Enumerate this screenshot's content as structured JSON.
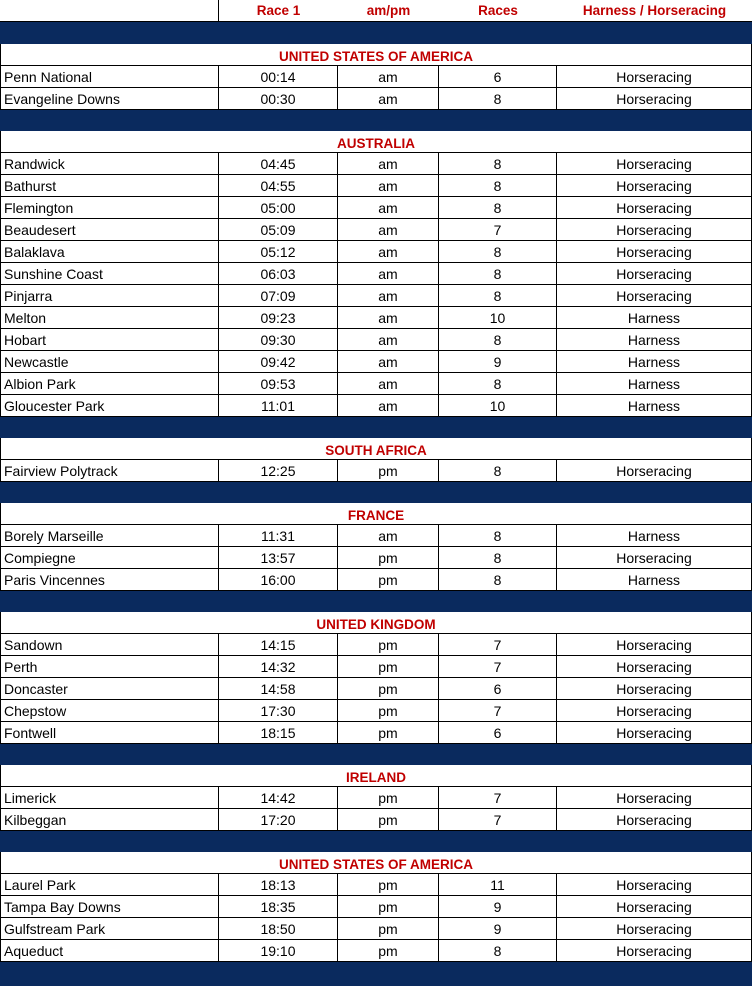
{
  "header": [
    "",
    "Race 1",
    "am/pm",
    "Races",
    "Harness / Horseracing"
  ],
  "sections": [
    {
      "country": "UNITED STATES OF AMERICA",
      "rows": [
        [
          "Penn National",
          "00:14",
          "am",
          "6",
          "Horseracing"
        ],
        [
          "Evangeline Downs",
          "00:30",
          "am",
          "8",
          "Horseracing"
        ]
      ]
    },
    {
      "country": "AUSTRALIA",
      "rows": [
        [
          "Randwick",
          "04:45",
          "am",
          "8",
          "Horseracing"
        ],
        [
          "Bathurst",
          "04:55",
          "am",
          "8",
          "Horseracing"
        ],
        [
          "Flemington",
          "05:00",
          "am",
          "8",
          "Horseracing"
        ],
        [
          "Beaudesert",
          "05:09",
          "am",
          "7",
          "Horseracing"
        ],
        [
          "Balaklava",
          "05:12",
          "am",
          "8",
          "Horseracing"
        ],
        [
          "Sunshine Coast",
          "06:03",
          "am",
          "8",
          "Horseracing"
        ],
        [
          "Pinjarra",
          "07:09",
          "am",
          "8",
          "Horseracing"
        ],
        [
          "Melton",
          "09:23",
          "am",
          "10",
          "Harness"
        ],
        [
          "Hobart",
          "09:30",
          "am",
          "8",
          "Harness"
        ],
        [
          "Newcastle",
          "09:42",
          "am",
          "9",
          "Harness"
        ],
        [
          "Albion Park",
          "09:53",
          "am",
          "8",
          "Harness"
        ],
        [
          "Gloucester Park",
          "11:01",
          "am",
          "10",
          "Harness"
        ]
      ]
    },
    {
      "country": "SOUTH AFRICA",
      "rows": [
        [
          "Fairview Polytrack",
          "12:25",
          "pm",
          "8",
          "Horseracing"
        ]
      ]
    },
    {
      "country": "FRANCE",
      "rows": [
        [
          "Borely Marseille",
          "11:31",
          "am",
          "8",
          "Harness"
        ],
        [
          "Compiegne",
          "13:57",
          "pm",
          "8",
          "Horseracing"
        ],
        [
          "Paris Vincennes",
          "16:00",
          "pm",
          "8",
          "Harness"
        ]
      ]
    },
    {
      "country": "UNITED KINGDOM",
      "rows": [
        [
          "Sandown",
          "14:15",
          "pm",
          "7",
          "Horseracing"
        ],
        [
          "Perth",
          "14:32",
          "pm",
          "7",
          "Horseracing"
        ],
        [
          "Doncaster",
          "14:58",
          "pm",
          "6",
          "Horseracing"
        ],
        [
          "Chepstow",
          "17:30",
          "pm",
          "7",
          "Horseracing"
        ],
        [
          "Fontwell",
          "18:15",
          "pm",
          "6",
          "Horseracing"
        ]
      ]
    },
    {
      "country": "IRELAND",
      "rows": [
        [
          "Limerick",
          "14:42",
          "pm",
          "7",
          "Horseracing"
        ],
        [
          "Kilbeggan",
          "17:20",
          "pm",
          "7",
          "Horseracing"
        ]
      ]
    },
    {
      "country": "UNITED STATES OF AMERICA",
      "rows": [
        [
          "Laurel Park",
          "18:13",
          "pm",
          "11",
          "Horseracing"
        ],
        [
          "Tampa Bay Downs",
          "18:35",
          "pm",
          "9",
          "Horseracing"
        ],
        [
          "Gulfstream Park",
          "18:50",
          "pm",
          "9",
          "Horseracing"
        ],
        [
          "Aqueduct",
          "19:10",
          "pm",
          "8",
          "Horseracing"
        ]
      ]
    }
  ],
  "colors": {
    "band": "#0a2a5e",
    "accent": "#c00000"
  }
}
